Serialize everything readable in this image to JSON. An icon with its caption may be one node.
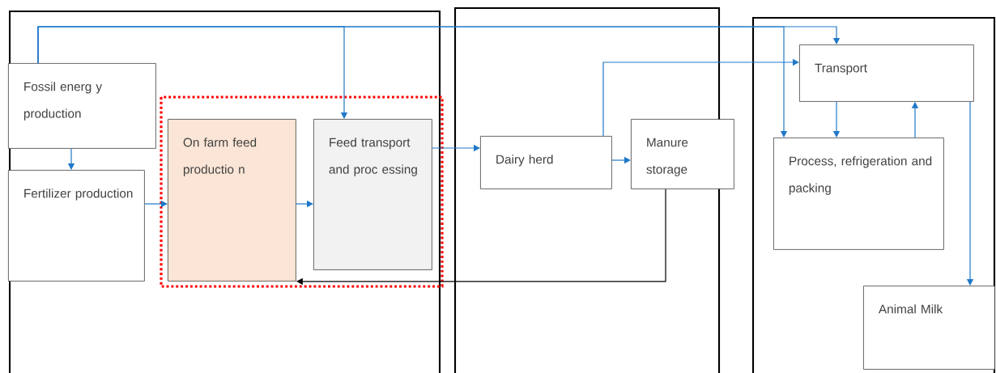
{
  "diagram": {
    "nodes": [
      {
        "text": [
          "Fossil energ y production"
        ]
      },
      {
        "text": [
          "Fertilizer production"
        ]
      },
      {
        "text": [
          "On farm feed productio n"
        ]
      },
      {
        "text": [
          "Feed transport and proc essing"
        ]
      },
      {
        "text": [
          "Dairy herd"
        ]
      },
      {
        "text": [
          "Manure storage"
        ]
      },
      {
        "text": [
          "Transport"
        ]
      },
      {
        "text": [
          "Process, refrigeration and packing"
        ]
      },
      {
        "text": [
          "Animal Milk"
        ]
      }
    ],
    "edges": [
      {
        "from": 0,
        "to": 1,
        "arrow": "to"
      },
      {
        "from": 0,
        "to": 3,
        "arrow": "to"
      },
      {
        "from": 0,
        "to": 7,
        "arrow": "to"
      },
      {
        "from": 0,
        "to": 6,
        "arrow": "to"
      },
      {
        "from": 1,
        "to": 2,
        "arrow": "to"
      },
      {
        "from": 2,
        "to": 3,
        "arrow": "to"
      },
      {
        "from": 3,
        "to": 4,
        "arrow": "to"
      },
      {
        "from": 4,
        "to": 5,
        "arrow": "to"
      },
      {
        "from": 4,
        "to": 6,
        "arrow": "to"
      },
      {
        "from": 6,
        "to": 7,
        "arrow": "to"
      },
      {
        "from": 7,
        "to": 6,
        "arrow": "to"
      },
      {
        "from": 6,
        "to": 8,
        "arrow": "to"
      },
      {
        "from": 5,
        "to": 2,
        "arrow": "to",
        "color": "#000000"
      }
    ]
  }
}
